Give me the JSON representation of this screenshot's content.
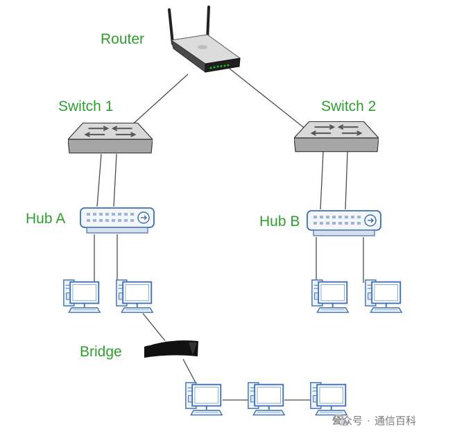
{
  "labels": {
    "router": "Router",
    "switch1": "Switch 1",
    "switch2": "Switch 2",
    "hub_a": "Hub A",
    "hub_b": "Hub B",
    "bridge": "Bridge"
  },
  "watermark": {
    "account": "公众号",
    "separator": "·",
    "name": "通信百科"
  },
  "colors": {
    "label": "#2e9e2e",
    "line": "#4a4a4a",
    "device_gray": "#a9a9a9",
    "computer_blue": "#3b6fb6"
  }
}
